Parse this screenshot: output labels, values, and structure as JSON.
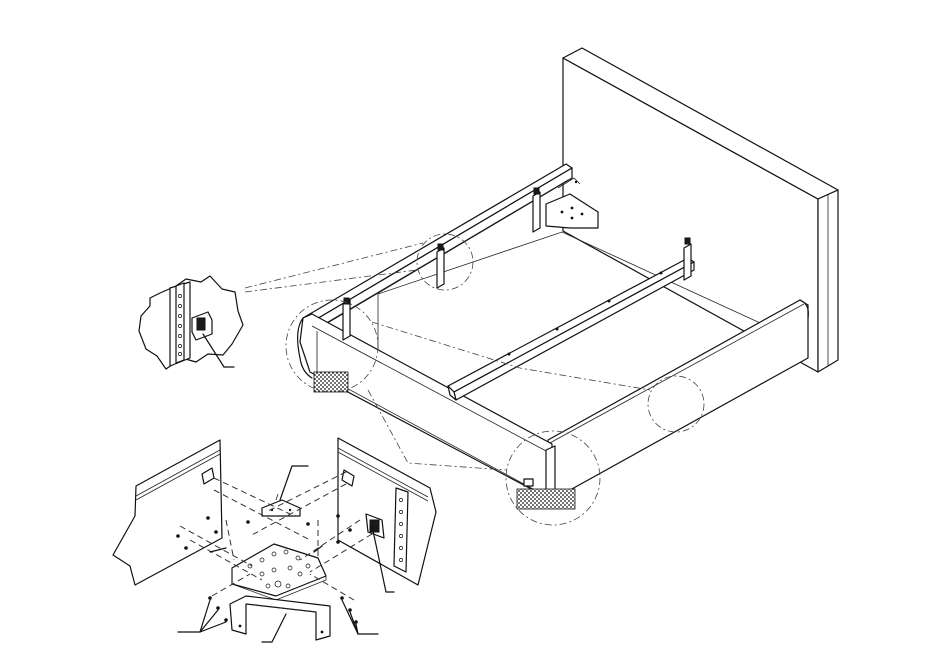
{
  "figure": {
    "type": "assembly-drawing",
    "subject": "bed-frame",
    "icons": [
      "headboard",
      "side-rail",
      "center-beam",
      "corner-bracket",
      "slot-hanger",
      "leg",
      "screw"
    ],
    "colors": {
      "line": "#111111",
      "background": "#ffffff"
    }
  }
}
